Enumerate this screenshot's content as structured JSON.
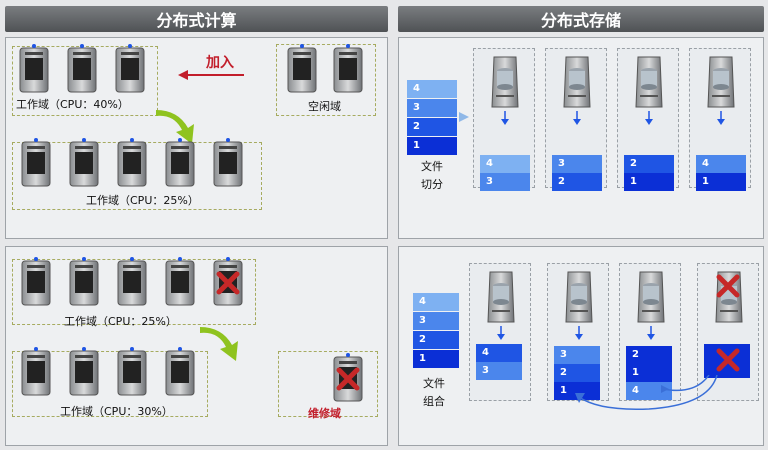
{
  "left_title": "分布式计算",
  "right_title": "分布式存储",
  "top_left": {
    "join_label": "加入",
    "work_domain_1": "工作域（CPU：40%）",
    "idle_domain": "空闲域",
    "work_domain_2": "工作域（CPU：25%）",
    "servers_work1": [
      "1",
      "2",
      "3"
    ],
    "servers_idle": [
      "4",
      "5"
    ],
    "servers_work2": [
      "1",
      "2",
      "3",
      "4",
      "5"
    ]
  },
  "bottom_left": {
    "work_domain_1": "工作域（CPU：25%）",
    "work_domain_2": "工作域（CPU：30%）",
    "repair_domain": "维修域",
    "servers_work1": [
      "1",
      "2",
      "3",
      "4",
      "5"
    ],
    "servers_work2": [
      "1",
      "2",
      "3",
      "4"
    ],
    "servers_repair": [
      "5"
    ]
  },
  "top_right": {
    "file_label_1": "文件",
    "file_label_2": "切分",
    "stack": [
      "4",
      "3",
      "2",
      "1"
    ],
    "node_blocks": [
      [
        "4",
        "3"
      ],
      [
        "3",
        "2"
      ],
      [
        "2",
        "1"
      ],
      [
        "4",
        "1"
      ]
    ]
  },
  "bottom_right": {
    "file_label_1": "文件",
    "file_label_2": "组合",
    "stack": [
      "4",
      "3",
      "2",
      "1"
    ],
    "node_blocks": [
      [
        "4",
        "3"
      ],
      [
        "3",
        "2",
        "1"
      ],
      [
        "2",
        "1",
        "4"
      ],
      [
        ""
      ]
    ]
  },
  "colors": {
    "block_dark": "#0b2fd6",
    "block_light": "#7eb1f2",
    "fail_x": "#c62828",
    "arrow": "#3a6fd8"
  }
}
